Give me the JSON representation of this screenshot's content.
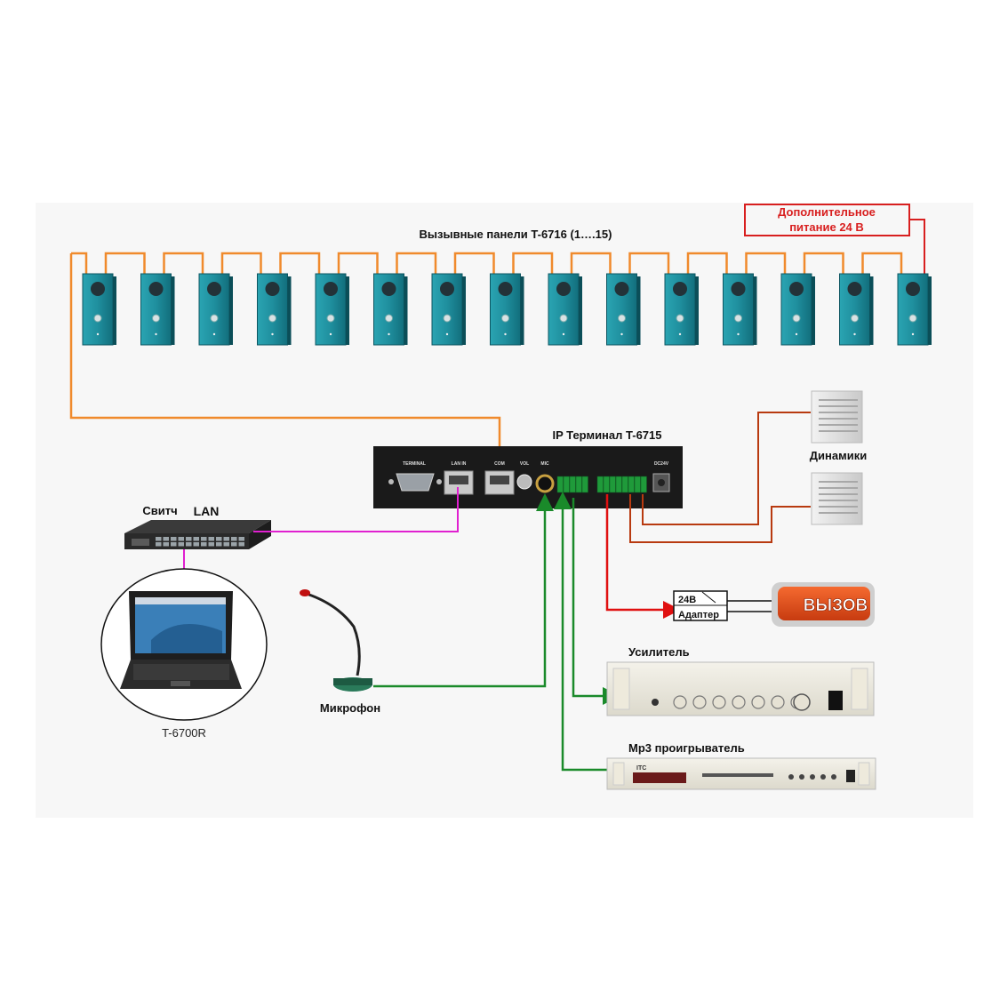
{
  "title_panels": "Вызывные панели T-6716 (1….15)",
  "extra_power": {
    "line1": "Дополнительное",
    "line2": "питание 24 В"
  },
  "panel_count": 15,
  "terminal": {
    "title": "IP Терминал T-6715",
    "ports": {
      "terminal": "TERMINAL",
      "lan_in": "LAN IN",
      "com": "COM",
      "vol": "VOL",
      "mic": "MIC",
      "dc": "DC24V"
    }
  },
  "switch": {
    "label": "Свитч",
    "lan": "LAN"
  },
  "laptop": {
    "label": "T-6700R"
  },
  "microphone": {
    "label": "Микрофон"
  },
  "speakers": {
    "label": "Динамики"
  },
  "adapter": {
    "line1": "24В",
    "line2": "Адаптер"
  },
  "beacon": {
    "text": "ВЫЗОВ"
  },
  "amplifier": {
    "label": "Усилитель"
  },
  "mp3": {
    "label": "Mp3 проигрыватель",
    "brand": "ITC"
  },
  "colors": {
    "panel_wire": "#f08a2c",
    "lan_wire": "#e020d0",
    "audio_wire": "#1a8a2a",
    "alarm_wire": "#e01010",
    "speaker_wire": "#b83a10",
    "power_box": "#d81f1f",
    "panel_body": "#1e8a9a"
  }
}
